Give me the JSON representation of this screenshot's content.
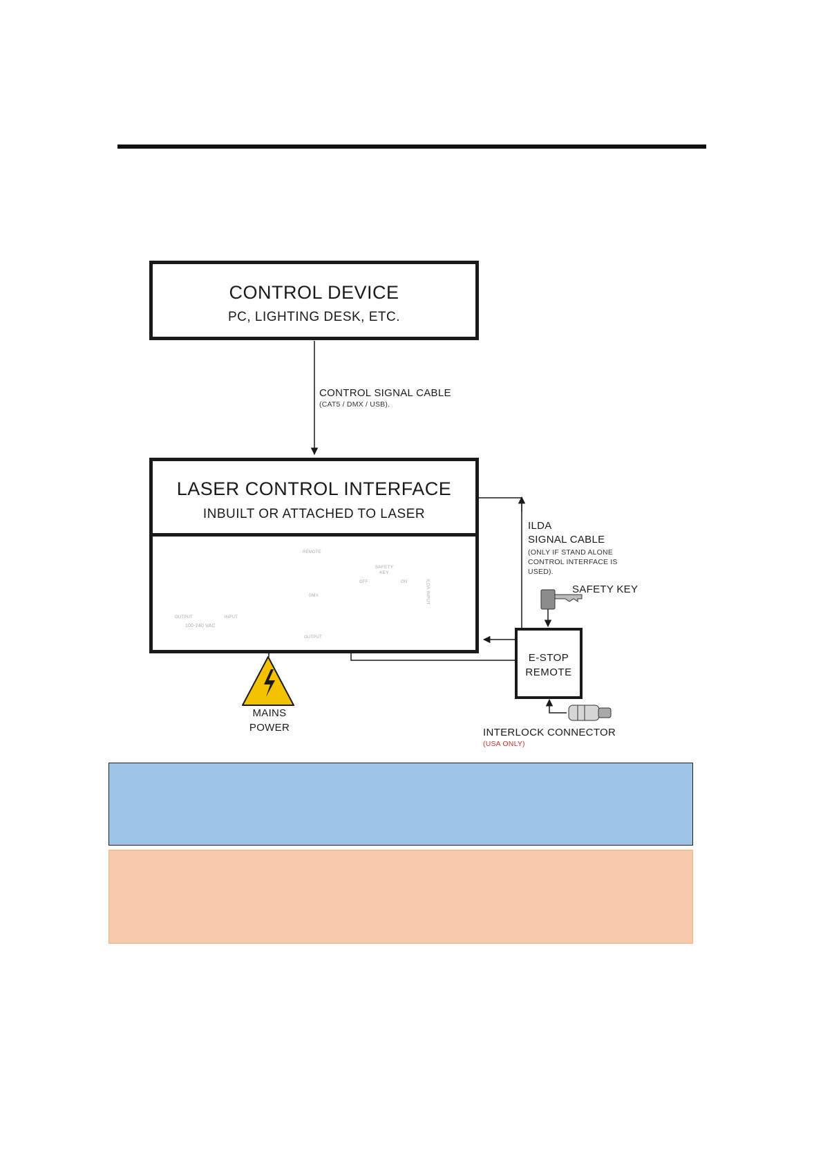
{
  "control_device": {
    "title": "CONTROL DEVICE",
    "subtitle": "PC, LIGHTING DESK, ETC."
  },
  "control_cable": {
    "label": "CONTROL SIGNAL CABLE",
    "note": "(CAT5 / DMX / USB)."
  },
  "laser_interface": {
    "title": "LASER CONTROL INTERFACE",
    "subtitle": "INBUILT OR ATTACHED TO LASER"
  },
  "ilda_cable": {
    "line1": "ILDA",
    "line2": "SIGNAL CABLE",
    "note1": "(ONLY IF STAND ALONE",
    "note2": "CONTROL INTERFACE IS",
    "note3": "USED)."
  },
  "panel": {
    "output_label": "OUTPUT",
    "input_label": "INPUT",
    "voltage_label": "100-240 VAC",
    "remote_label": "REMOTE",
    "dmx_label": "DMX",
    "dmx_output_label": "OUTPUT",
    "safety_key_line1": "SAFETY",
    "safety_key_line2": "KEY",
    "off_label": "OFF",
    "on_label": "ON",
    "ilda_input_label": "ILDA INPUT"
  },
  "safety_key": {
    "label": "SAFETY KEY"
  },
  "estop": {
    "line1": "E-STOP",
    "line2": "REMOTE"
  },
  "mains": {
    "line1": "MAINS",
    "line2": "POWER"
  },
  "interlock": {
    "label": "INTERLOCK CONNECTOR",
    "note": "(USA ONLY)"
  },
  "colors": {
    "line": "#1a1a1a",
    "hazard": "#f2c200",
    "usa_note": "#c0392b",
    "notice_blue": "#9dc3e6",
    "notice_orange": "#f7caac"
  }
}
